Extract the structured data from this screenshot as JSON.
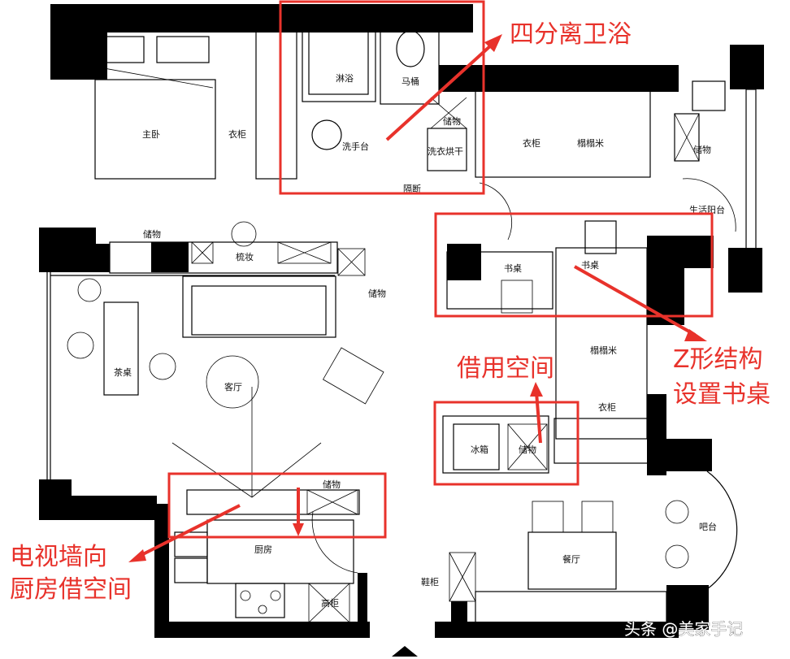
{
  "rooms": {
    "shower": "淋浴",
    "toilet": "马桶",
    "bath_storage": "储物",
    "washbasin": "洗手台",
    "laundry": "洗衣烘干",
    "partition": "隔断",
    "master_bedroom": "主卧",
    "master_wardrobe": "衣柜",
    "bedroom2_wardrobe": "衣柜",
    "bedroom2_tatami": "榻榻米",
    "balcony_storage": "储物",
    "utility_balcony": "生活阳台",
    "hall_storage": "储物",
    "dressing": "梳妆",
    "living_storage": "储物",
    "tea_table": "茶桌",
    "living_room": "客厅",
    "desk_left": "书桌",
    "desk_right": "书桌",
    "study_tatami": "榻榻米",
    "study_wardrobe": "衣柜",
    "fridge": "冰箱",
    "fridge_storage": "储物",
    "tv_storage": "储物",
    "kitchen": "厨房",
    "tall_cabinet": "高柜",
    "shoe_cabinet": "鞋柜",
    "dining_room": "餐厅",
    "bar_counter": "吧台"
  },
  "annotations": {
    "bathroom": "四分离卫浴",
    "desk_line1": "Z形结构",
    "desk_line2": "设置书桌",
    "borrowed": "借用空间",
    "tv_line1": "电视墙向",
    "tv_line2": "厨房借空间"
  },
  "watermark": "头条 @美家手记",
  "colors": {
    "annotation": "#e8322b",
    "wall": "#000000"
  }
}
